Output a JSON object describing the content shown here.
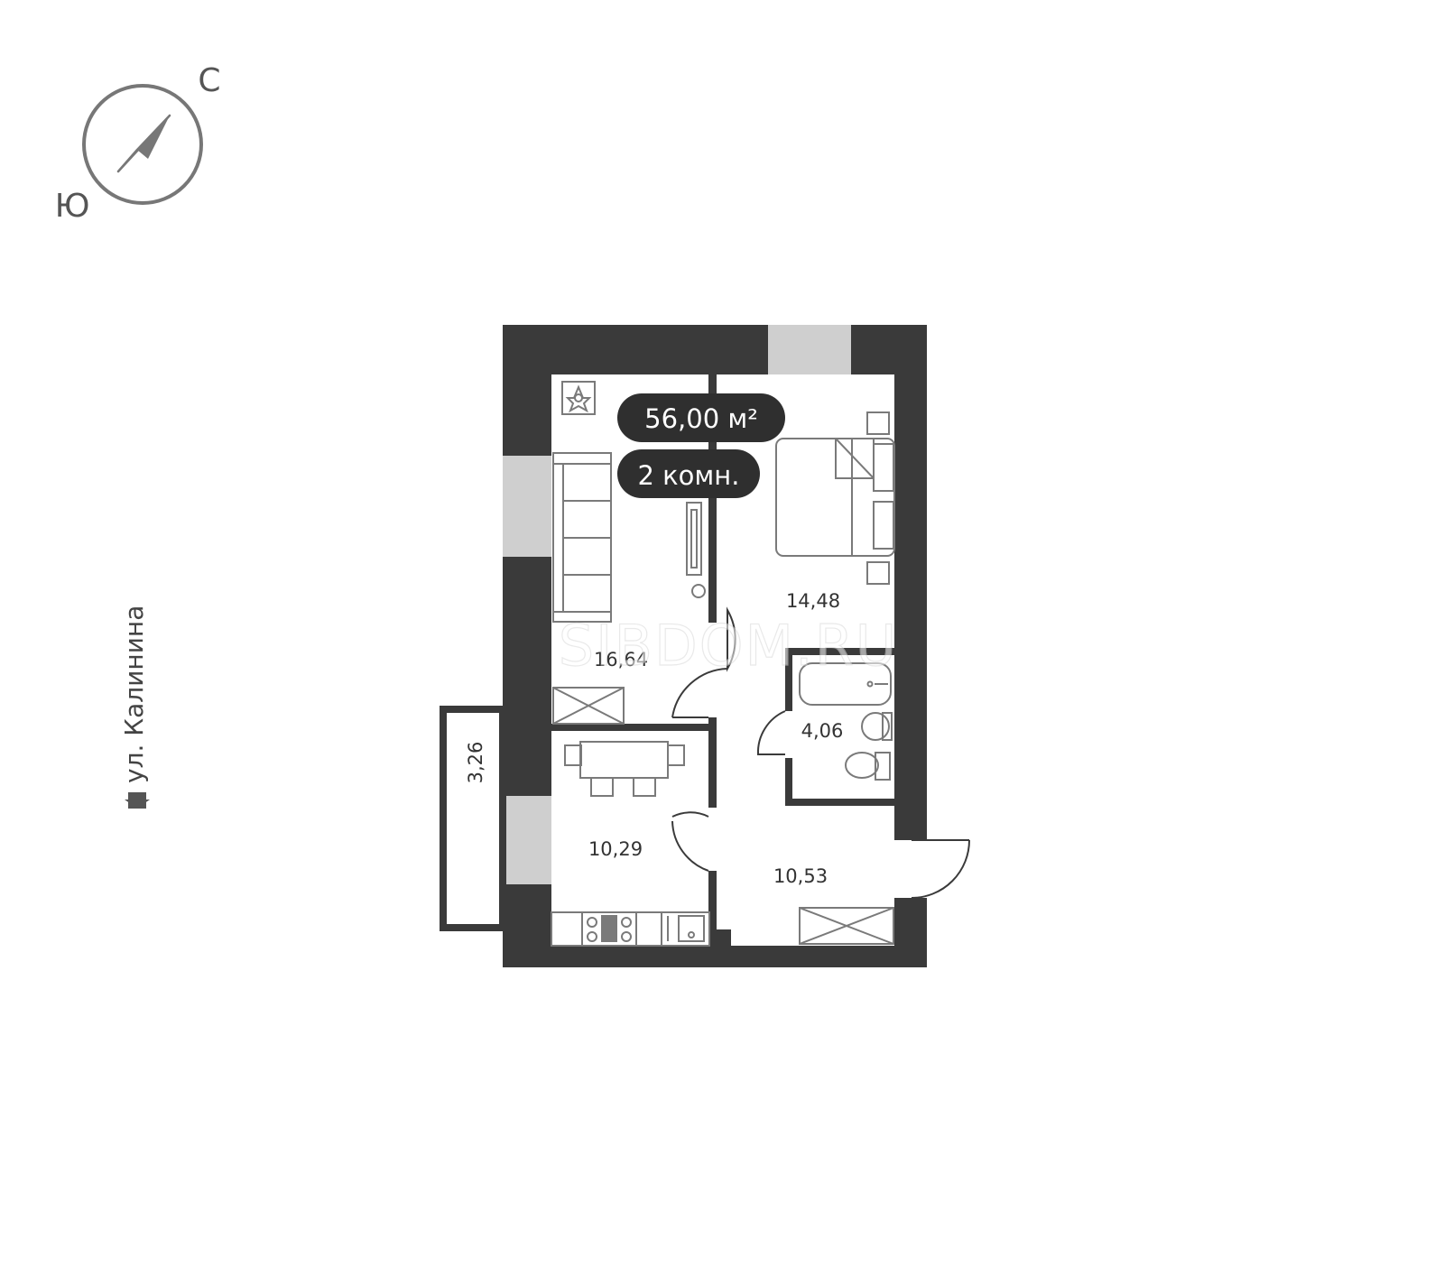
{
  "compass": {
    "north_label": "С",
    "south_label": "Ю",
    "icon": "compass-icon"
  },
  "street": {
    "label": "ул. Калинина",
    "icon": "house-icon"
  },
  "summary": {
    "area": "56,00 м²",
    "rooms": "2 комн."
  },
  "rooms": {
    "living_room": "16,64",
    "bedroom": "14,48",
    "bathroom": "4,06",
    "kitchen": "10,29",
    "hallway": "10,53",
    "balcony": "3,26"
  },
  "watermark": "SIBDOM.RU",
  "colors": {
    "wall": "#3a3a3a",
    "window": "#cfcfcf",
    "pill": "#2f2f2f",
    "furniture": "#7a7a7a"
  }
}
